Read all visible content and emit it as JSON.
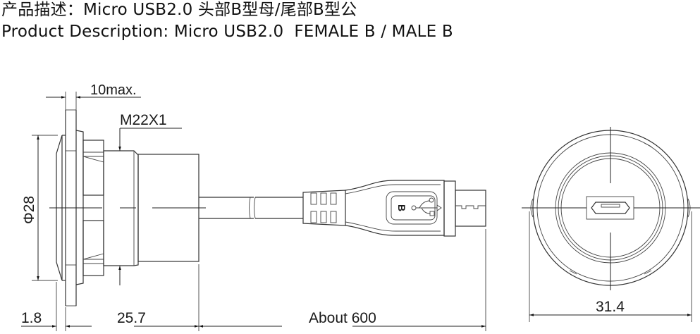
{
  "header": {
    "title_cn": "产品描述：Micro USB2.0 头部B型母/尾部B型公",
    "title_en": "Product Description: Micro USB2.0  FEMALE B / MALE B"
  },
  "dimensions": {
    "panel_thickness": "10max.",
    "thread": "M22X1",
    "diameter": "Φ28",
    "flange_thickness": "1.8",
    "body_length": "25.7",
    "cable_length": "About 600",
    "end_view_width": "31.4"
  },
  "labels": {
    "plug_letter": "B",
    "usb_symbol": "usb-trident-icon"
  },
  "colors": {
    "line": "#333333",
    "text": "#1a1a1a",
    "background": "#ffffff"
  }
}
